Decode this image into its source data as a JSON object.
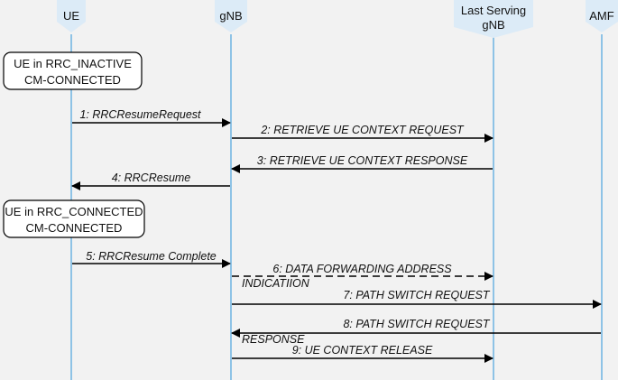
{
  "entities": {
    "ue": "UE",
    "gnb": "gNB",
    "last_serving_gnb": [
      "Last Serving",
      "gNB"
    ],
    "amf": "AMF"
  },
  "states": {
    "inactive": [
      "UE in RRC_INACTIVE",
      "CM-CONNECTED"
    ],
    "connected": [
      "UE in RRC_CONNECTED",
      "CM-CONNECTED"
    ]
  },
  "messages": [
    {
      "label": [
        "1: RRCResumeRequest"
      ],
      "from": "ue",
      "to": "gnb",
      "style": "solid"
    },
    {
      "label": [
        "2: RETRIEVE  UE CONTEXT REQUEST"
      ],
      "from": "gnb",
      "to": "last_serving_gnb",
      "style": "solid"
    },
    {
      "label": [
        "3: RETRIEVE  UE CONTEXT RESPONSE"
      ],
      "from": "last_serving_gnb",
      "to": "gnb",
      "style": "solid"
    },
    {
      "label": [
        "4: RRCResume"
      ],
      "from": "gnb",
      "to": "ue",
      "style": "solid"
    },
    {
      "label": [
        "5: RRCResume  Complete"
      ],
      "from": "ue",
      "to": "gnb",
      "style": "solid"
    },
    {
      "label": [
        "6: DATA FORWARDING ADDRESS",
        "INDICATIION"
      ],
      "from": "gnb",
      "to": "last_serving_gnb",
      "style": "dashed"
    },
    {
      "label": [
        "7: PATH SWITCH REQUEST"
      ],
      "from": "gnb",
      "to": "amf",
      "style": "solid"
    },
    {
      "label": [
        "8: PATH SWITCH REQUEST",
        "RESPONSE"
      ],
      "from": "amf",
      "to": "gnb",
      "style": "solid"
    },
    {
      "label": [
        "9: UE CONTEXT RELEASE"
      ],
      "from": "gnb",
      "to": "last_serving_gnb",
      "style": "solid"
    }
  ],
  "colors": {
    "background": "#f2f2f2",
    "lifeline": "#8ec3e6",
    "header_fill": "#dcebf7",
    "arrow": "#000000",
    "state_border": "#000000",
    "state_fill": "#ffffff"
  }
}
